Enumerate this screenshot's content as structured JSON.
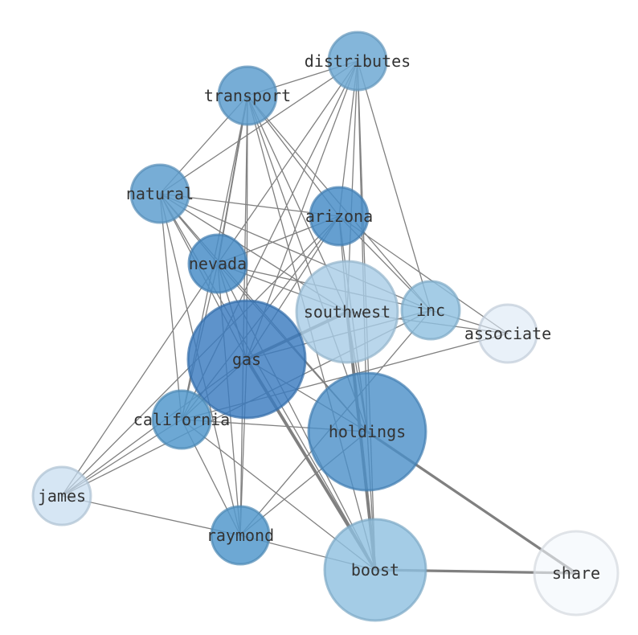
{
  "nodes": [
    {
      "id": "distributes",
      "label": "distributes",
      "fill": "#6fa9d4",
      "alpha": 0.85
    },
    {
      "id": "transport",
      "label": "transport",
      "fill": "#5f9fcf",
      "alpha": 0.85
    },
    {
      "id": "natural",
      "label": "natural",
      "fill": "#5f9fcf",
      "alpha": 0.85
    },
    {
      "id": "arizona",
      "label": "arizona",
      "fill": "#4a8ec8",
      "alpha": 0.85
    },
    {
      "id": "nevada",
      "label": "nevada",
      "fill": "#4a8ec8",
      "alpha": 0.85
    },
    {
      "id": "southwest",
      "label": "southwest",
      "fill": "#a7cce6",
      "alpha": 0.8
    },
    {
      "id": "inc",
      "label": "inc",
      "fill": "#8dbfe0",
      "alpha": 0.8
    },
    {
      "id": "associate",
      "label": "associate",
      "fill": "#dbe8f5",
      "alpha": 0.6
    },
    {
      "id": "gas",
      "label": "gas",
      "fill": "#3a7bbf",
      "alpha": 0.82
    },
    {
      "id": "california",
      "label": "california",
      "fill": "#5499cc",
      "alpha": 0.85
    },
    {
      "id": "holdings",
      "label": "holdings",
      "fill": "#4a8ec8",
      "alpha": 0.8
    },
    {
      "id": "james",
      "label": "james",
      "fill": "#c4dbef",
      "alpha": 0.7
    },
    {
      "id": "raymond",
      "label": "raymond",
      "fill": "#5499cc",
      "alpha": 0.85
    },
    {
      "id": "boost",
      "label": "boost",
      "fill": "#8dbfe0",
      "alpha": 0.8
    },
    {
      "id": "share",
      "label": "share",
      "fill": "#f1f6fc",
      "alpha": 0.6
    }
  ],
  "edges": [
    [
      "distributes",
      "transport",
      1
    ],
    [
      "distributes",
      "natural",
      1
    ],
    [
      "distributes",
      "arizona",
      1
    ],
    [
      "distributes",
      "nevada",
      1
    ],
    [
      "distributes",
      "gas",
      1
    ],
    [
      "distributes",
      "california",
      1
    ],
    [
      "distributes",
      "holdings",
      1
    ],
    [
      "distributes",
      "inc",
      1
    ],
    [
      "distributes",
      "boost",
      1
    ],
    [
      "distributes",
      "southwest",
      1
    ],
    [
      "transport",
      "natural",
      1
    ],
    [
      "transport",
      "nevada",
      1.5
    ],
    [
      "transport",
      "arizona",
      1
    ],
    [
      "transport",
      "gas",
      1
    ],
    [
      "transport",
      "inc",
      1
    ],
    [
      "transport",
      "holdings",
      1
    ],
    [
      "transport",
      "boost",
      1
    ],
    [
      "transport",
      "california",
      1
    ],
    [
      "transport",
      "raymond",
      1
    ],
    [
      "transport",
      "southwest",
      1
    ],
    [
      "natural",
      "arizona",
      1
    ],
    [
      "natural",
      "nevada",
      1
    ],
    [
      "natural",
      "gas",
      1
    ],
    [
      "natural",
      "southwest",
      1
    ],
    [
      "natural",
      "inc",
      1
    ],
    [
      "natural",
      "california",
      1
    ],
    [
      "natural",
      "holdings",
      1
    ],
    [
      "natural",
      "boost",
      1
    ],
    [
      "natural",
      "raymond",
      1
    ],
    [
      "arizona",
      "nevada",
      1
    ],
    [
      "arizona",
      "gas",
      1
    ],
    [
      "arizona",
      "inc",
      1
    ],
    [
      "arizona",
      "holdings",
      1
    ],
    [
      "arizona",
      "james",
      1
    ],
    [
      "arizona",
      "associate",
      1
    ],
    [
      "arizona",
      "california",
      1
    ],
    [
      "arizona",
      "southwest",
      1
    ],
    [
      "nevada",
      "gas",
      1
    ],
    [
      "nevada",
      "southwest",
      1
    ],
    [
      "nevada",
      "inc",
      1
    ],
    [
      "nevada",
      "holdings",
      1
    ],
    [
      "nevada",
      "california",
      1
    ],
    [
      "nevada",
      "raymond",
      1
    ],
    [
      "nevada",
      "james",
      1
    ],
    [
      "nevada",
      "boost",
      1
    ],
    [
      "southwest",
      "gas",
      3
    ],
    [
      "southwest",
      "holdings",
      1
    ],
    [
      "southwest",
      "boost",
      3
    ],
    [
      "southwest",
      "associate",
      1
    ],
    [
      "inc",
      "gas",
      1
    ],
    [
      "inc",
      "associate",
      1
    ],
    [
      "inc",
      "raymond",
      1
    ],
    [
      "gas",
      "california",
      1
    ],
    [
      "gas",
      "holdings",
      1
    ],
    [
      "gas",
      "boost",
      3
    ],
    [
      "gas",
      "james",
      1
    ],
    [
      "gas",
      "raymond",
      1
    ],
    [
      "california",
      "holdings",
      1
    ],
    [
      "california",
      "james",
      1
    ],
    [
      "california",
      "raymond",
      1
    ],
    [
      "california",
      "boost",
      1
    ],
    [
      "california",
      "associate",
      1
    ],
    [
      "holdings",
      "boost",
      1
    ],
    [
      "holdings",
      "share",
      2.5
    ],
    [
      "holdings",
      "raymond",
      1
    ],
    [
      "james",
      "raymond",
      1
    ],
    [
      "james",
      "inc",
      1
    ],
    [
      "raymond",
      "boost",
      1
    ],
    [
      "boost",
      "share",
      2.5
    ]
  ]
}
